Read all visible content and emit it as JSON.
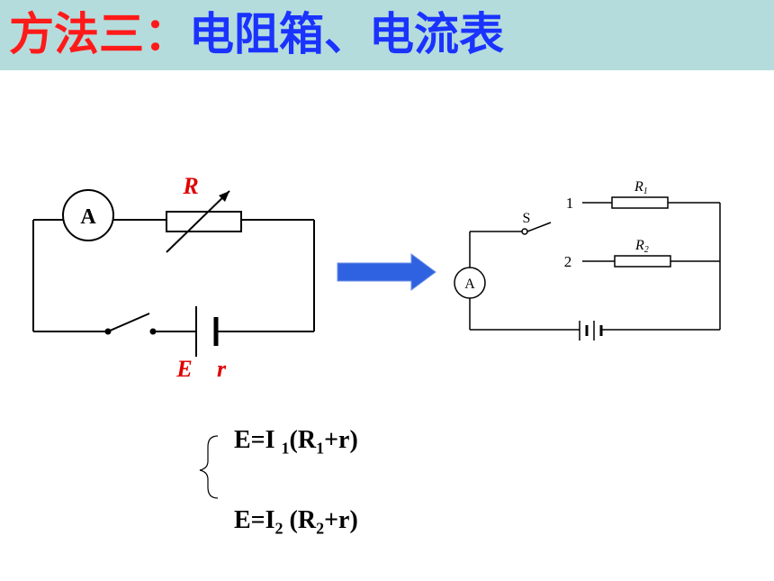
{
  "title": {
    "prefix": "方法三：",
    "main": "电阻箱、电流表"
  },
  "left_circuit": {
    "ammeter": "A",
    "resistor": "R",
    "emf": "E",
    "internal_r": "r"
  },
  "right_circuit": {
    "switch": "S",
    "pos1": "1",
    "pos2": "2",
    "r1_letter": "R",
    "r1_sub": "1",
    "r2_letter": "R",
    "r2_sub": "2",
    "ammeter": "A"
  },
  "equations": {
    "eq1": {
      "lhs": "E=I",
      "i_sub": "1",
      "open": "(R",
      "r_sub": "1",
      "close": "+r)"
    },
    "eq2": {
      "lhs": "E=I",
      "i_sub": "2",
      "open": " (R",
      "r_sub": "2",
      "close": "+r)"
    }
  },
  "colors": {
    "title_bg": "#b5dcdc",
    "title_red": "#ff1a1a",
    "title_blue": "#1a33ff",
    "label_red": "#e00000",
    "arrow": "#2f62e0"
  }
}
